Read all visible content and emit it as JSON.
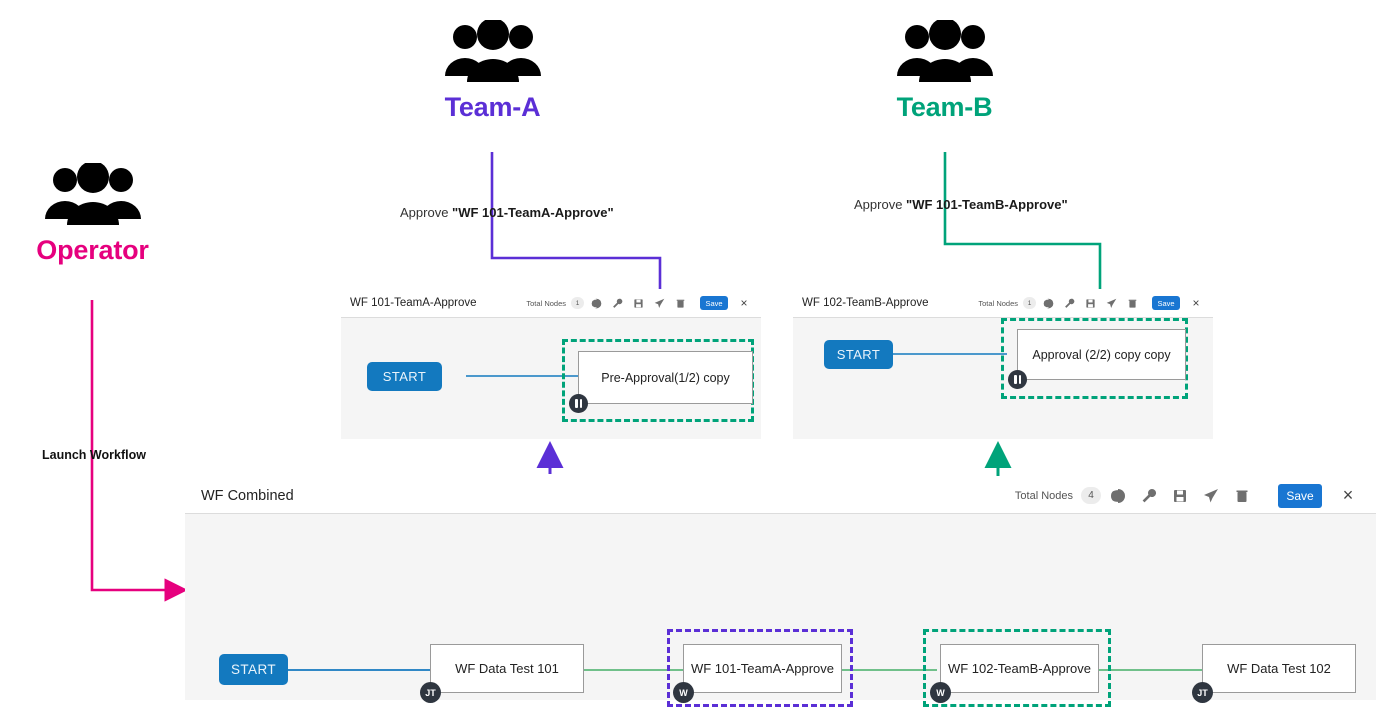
{
  "actors": [
    {
      "id": "operator",
      "name": "Operator",
      "color": "#e6007e",
      "icon": "people-group-icon"
    },
    {
      "id": "team-a",
      "name": "Team-A",
      "color": "#5b2fd6",
      "icon": "people-group-icon"
    },
    {
      "id": "team-b",
      "name": "Team-B",
      "color": "#00a37a",
      "icon": "people-group-icon"
    }
  ],
  "edge_labels": {
    "launch": "Launch Workflow",
    "approve_a_prefix": "Approve ",
    "approve_a_target": "\"WF 101-TeamA-Approve\"",
    "approve_b_prefix": "Approve ",
    "approve_b_target": "\"WF 101-TeamB-Approve\""
  },
  "toolbar_icons": [
    "globe-icon",
    "wrench-icon",
    "floppy-disk-icon",
    "paper-plane-icon",
    "trash-icon"
  ],
  "panels": [
    {
      "id": "panel-a",
      "title": "WF 101-TeamA-Approve",
      "total_nodes_label": "Total Nodes",
      "total_nodes_count": "1",
      "save_label": "Save",
      "close_label": "×",
      "nodes": [
        {
          "type": "start",
          "label": "START"
        },
        {
          "type": "task",
          "label": "Pre-Approval(1/2) copy",
          "badge": "pause"
        }
      ]
    },
    {
      "id": "panel-b",
      "title": "WF 102-TeamB-Approve",
      "total_nodes_label": "Total Nodes",
      "total_nodes_count": "1",
      "save_label": "Save",
      "close_label": "×",
      "nodes": [
        {
          "type": "start",
          "label": "START"
        },
        {
          "type": "task",
          "label": "Approval (2/2) copy copy",
          "badge": "pause"
        }
      ]
    },
    {
      "id": "panel-combined",
      "title": "WF Combined",
      "total_nodes_label": "Total Nodes",
      "total_nodes_count": "4",
      "save_label": "Save",
      "close_label": "×",
      "nodes": [
        {
          "type": "start",
          "label": "START"
        },
        {
          "type": "task",
          "label": "WF Data Test 101",
          "badge": "JT"
        },
        {
          "type": "task",
          "label": "WF 101-TeamA-Approve",
          "badge": "W"
        },
        {
          "type": "task",
          "label": "WF 102-TeamB-Approve",
          "badge": "W"
        },
        {
          "type": "task",
          "label": "WF Data Test 102",
          "badge": "JT"
        }
      ]
    }
  ],
  "colors": {
    "operator": "#e6007e",
    "team_a": "#5b2fd6",
    "team_b": "#00a37a",
    "start_node": "#1379bf",
    "save_button": "#1976d2",
    "link_blue": "#1379bf",
    "link_green": "#5cb97a",
    "panel_canvas": "#f5f5f5",
    "node_badge": "#2f3640"
  }
}
